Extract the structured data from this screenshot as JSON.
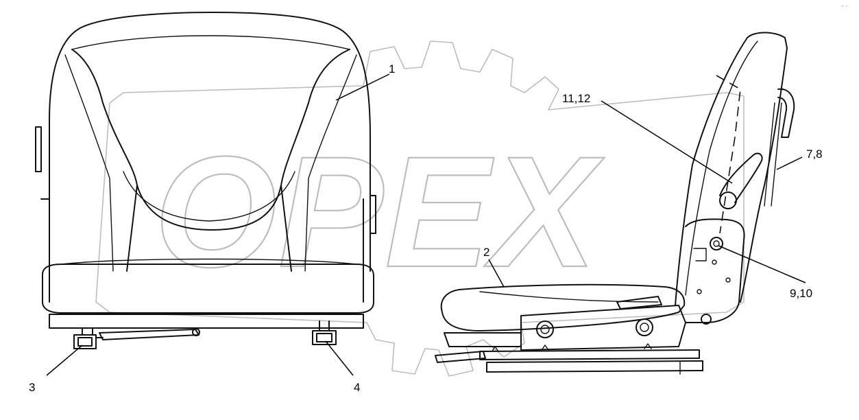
{
  "watermark": {
    "text": "OPEX"
  },
  "corner_mark": "ᵒᴾ ᵉˣ",
  "callouts": [
    {
      "id": "1",
      "label": "1"
    },
    {
      "id": "2",
      "label": "2"
    },
    {
      "id": "3",
      "label": "3"
    },
    {
      "id": "4",
      "label": "4"
    },
    {
      "id": "7-8",
      "label": "7,8"
    },
    {
      "id": "9-10",
      "label": "9,10"
    },
    {
      "id": "11-12",
      "label": "11,12"
    }
  ]
}
